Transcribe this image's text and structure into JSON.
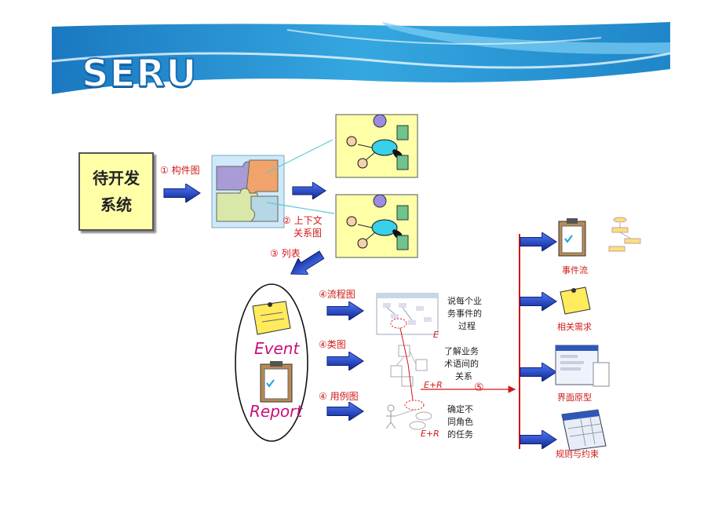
{
  "brand": {
    "logo_text": "SERU",
    "colors": {
      "header_blue": "#2a8fd0",
      "accent_red": "#d01818",
      "note_yellow": "#ffffa8",
      "arrow_blue": "#1f3fa8"
    }
  },
  "system_box": {
    "line1": "待开发",
    "line2": "系统"
  },
  "steps": {
    "s1": "① 构件图",
    "s2_line1": "② 上下文",
    "s2_line2": "关系图",
    "s3": "③ 列表",
    "s4a": "④流程图",
    "s4b": "④类图",
    "s4c": "④ 用例图",
    "s5": "⑤"
  },
  "oval": {
    "event": "Event",
    "report": "Report"
  },
  "descriptions": {
    "flow": [
      "说每个业",
      "务事件的",
      "过程"
    ],
    "class": [
      "了解业务",
      "术语间的",
      "关系"
    ],
    "usecase": [
      "确定不",
      "同角色",
      "的任务"
    ]
  },
  "tags": {
    "e": "E",
    "er1": "E+R",
    "er2": "E+R"
  },
  "outputs": {
    "event_flow": "事件流",
    "related_req": "相关需求",
    "ui_proto": "界面原型",
    "rules": "规则与约束"
  },
  "icons": [
    "puzzle-icon",
    "context-diagram-icon",
    "clipboard-icon",
    "sticky-note-icon",
    "flowchart-icon",
    "class-diagram-icon",
    "usecase-diagram-icon",
    "window-icon",
    "calendar-icon",
    "blue-arrow-icon"
  ]
}
